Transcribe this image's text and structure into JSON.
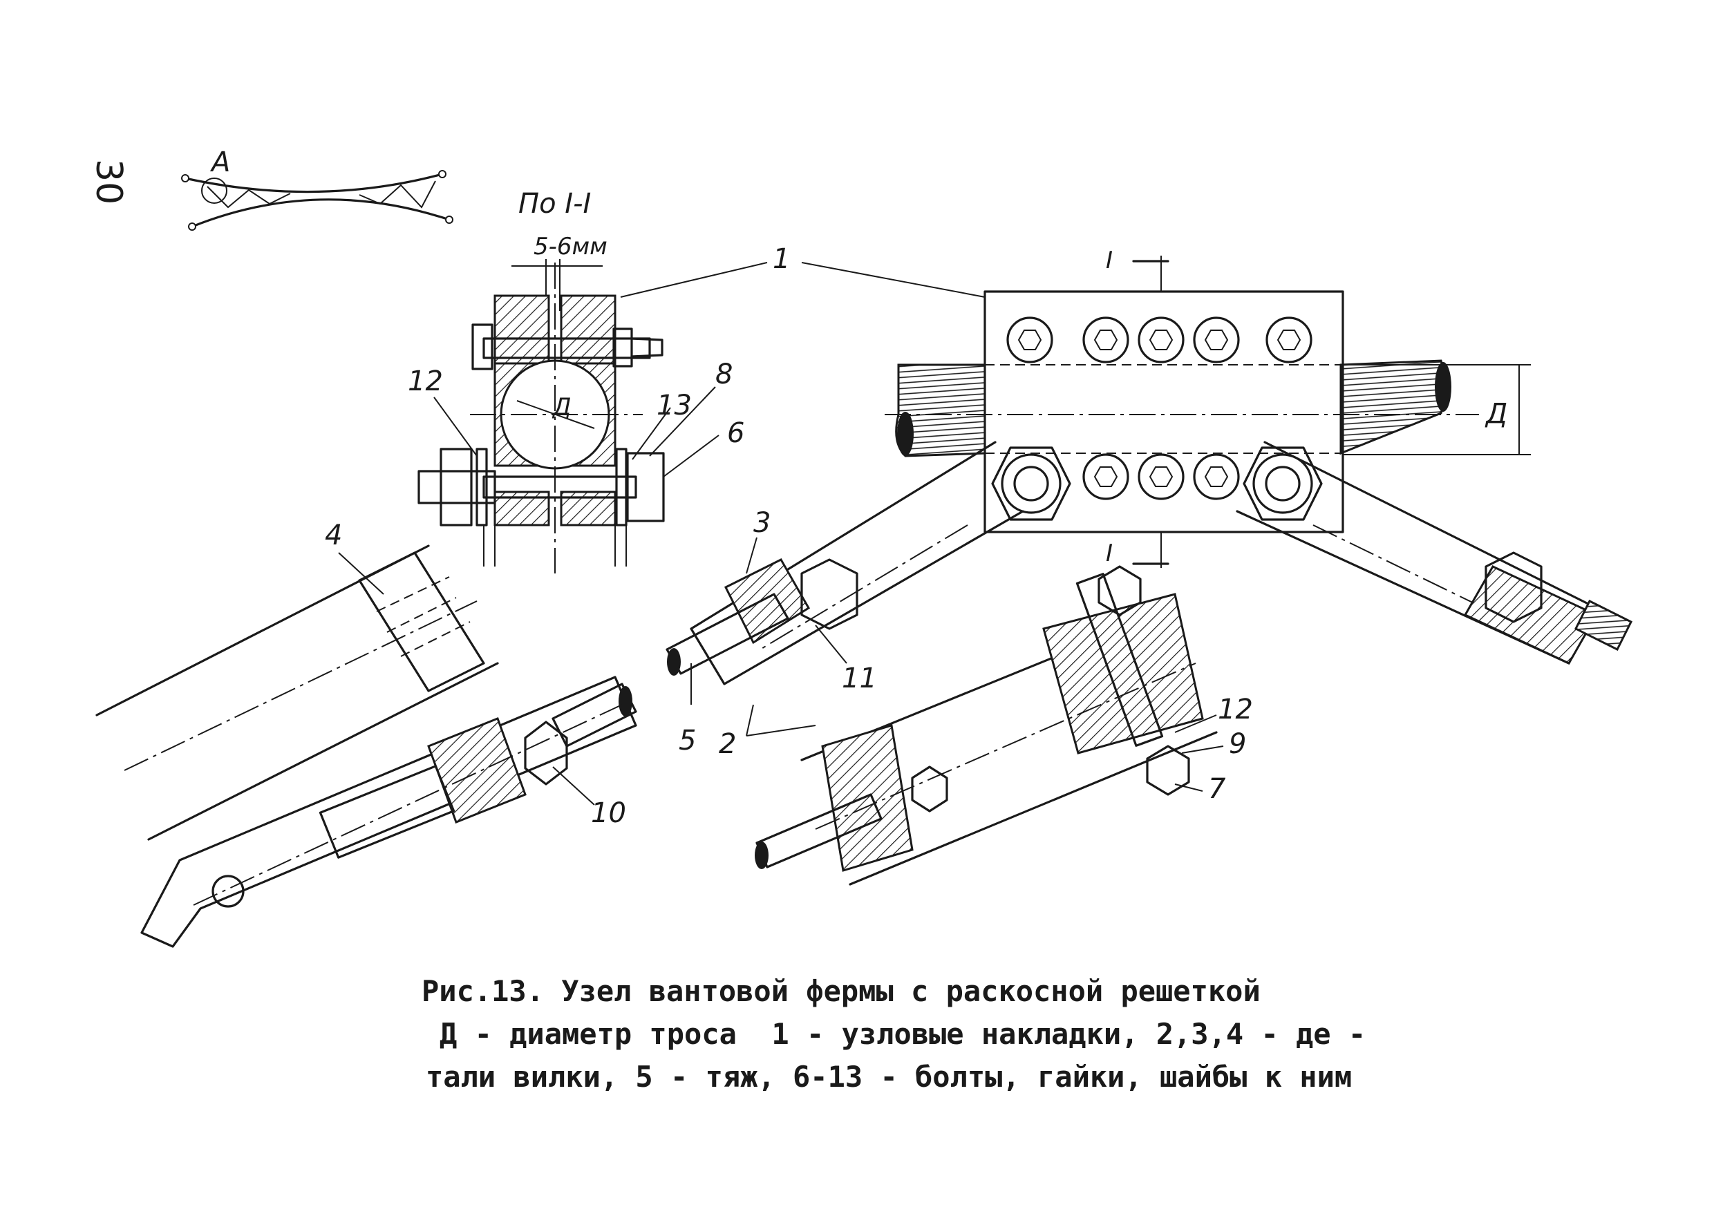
{
  "page_number": "30",
  "labels": {
    "scheme_point": "А",
    "section": "По I-I",
    "gap": "5-6мм",
    "diameter": "Д",
    "section_mark": "I",
    "callouts": [
      "1",
      "2",
      "3",
      "4",
      "5",
      "6",
      "7",
      "8",
      "9",
      "10",
      "11",
      "12",
      "13"
    ]
  },
  "caption": {
    "line1": "Рис.13. Узел вантовой фермы с раскосной решеткой",
    "line2": "Д - диаметр троса  1 - узловые накладки, 2,3,4 - де -",
    "line3": "тали вилки, 5 - тяж, 6-13 - болты, гайки, шайбы к ним"
  }
}
